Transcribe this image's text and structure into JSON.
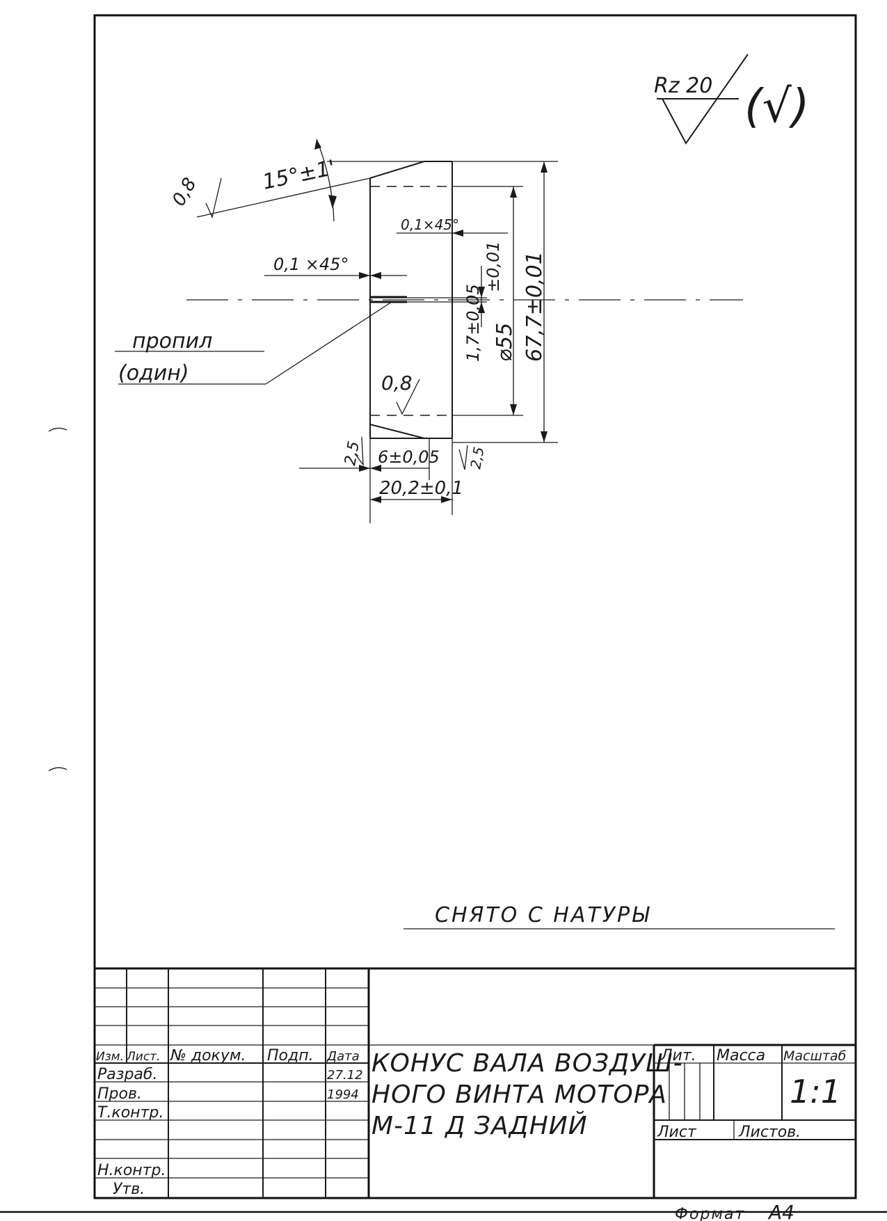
{
  "roughness": {
    "general": "Rz 20",
    "bracket_mark": "(√)",
    "surface_1": "0,8",
    "surface_2": "0,8",
    "surface_3": "2,5",
    "surface_4": "2,5"
  },
  "dimensions": {
    "angle": "15°±1'",
    "chamfer_outer": "0,1×45°",
    "chamfer_inner": "0,1 ×45°",
    "slot_width": "1,7±0,05",
    "slot_offset": "±0,01",
    "bore": "⌀55",
    "outer_dia": "67,7±0,01",
    "shoulder": "6±0,05",
    "length": "20,2±0,1"
  },
  "note_cut": {
    "line1": "пропил",
    "line2": "(один)"
  },
  "note_source": "СНЯТО С НАТУРЫ",
  "title_block": {
    "headers": {
      "izm": "Изм.",
      "list": "Лист.",
      "doc": "№ докум.",
      "sign": "Подп.",
      "date": "Дата"
    },
    "roles": {
      "razrab": "Разраб.",
      "prov": "Пров.",
      "tkontr": "Т.контр.",
      "nkontr": "Н.контр.",
      "utv": "Утв."
    },
    "date_day": "27.12",
    "date_year": "1994",
    "title_line1": "КОНУС ВАЛА ВОЗДУШ-",
    "title_line2": "НОГО ВИНТА МОТОРА",
    "title_line3": "М-11 Д ЗАДНИЙ",
    "lit_label": "Лит.",
    "mass_label": "Масса",
    "scale_label": "Масштаб",
    "scale_value": "1:1",
    "sheet_label": "Лист",
    "sheets_label": "Листов."
  },
  "format": {
    "label": "Формат",
    "value": "А4"
  }
}
